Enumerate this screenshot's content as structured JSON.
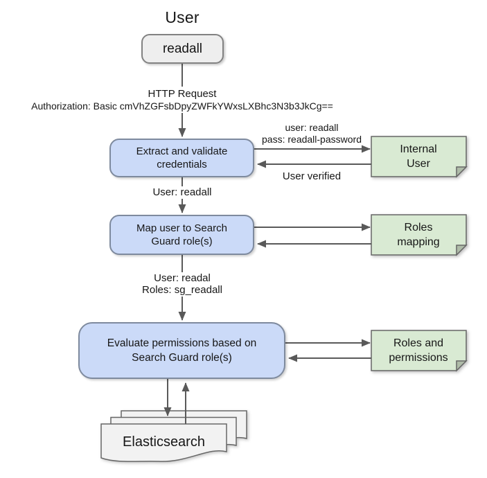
{
  "colors": {
    "process_fill": "#cbdaf8",
    "process_border": "#7e8a9e",
    "note_fill": "#d9ead3",
    "note_border": "#666666",
    "note_fold": "#aebba8",
    "terminal_fill": "#eeeeee",
    "terminal_border": "#828282",
    "doc_fill": "#f2f2f2",
    "doc_border": "#666666",
    "arrow": "#595959",
    "text": "#161616"
  },
  "title": "User",
  "actor": {
    "label": "readall"
  },
  "request": {
    "line1": "HTTP Request",
    "line2": "Authorization: Basic cmVhZGFsbDpyZWFkYWxsLXBhc3N3b3JkCg=="
  },
  "step1": {
    "label_line1": "Extract and validate",
    "label_line2": "credentials",
    "request_label_line1": "user: readall",
    "request_label_line2": "pass: readall-password",
    "response_label": "User verified",
    "store_line1": "Internal",
    "store_line2": "User",
    "output_label": "User: readall"
  },
  "step2": {
    "label_line1": "Map user to Search",
    "label_line2": "Guard role(s)",
    "store_line1": "Roles",
    "store_line2": "mapping",
    "output_line1": "User: readal",
    "output_line2": "Roles: sg_readall"
  },
  "step3": {
    "label_line1": "Evaluate permissions based on",
    "label_line2": "Search Guard role(s)",
    "store_line1": "Roles and",
    "store_line2": "permissions"
  },
  "backend": {
    "label": "Elasticsearch"
  }
}
